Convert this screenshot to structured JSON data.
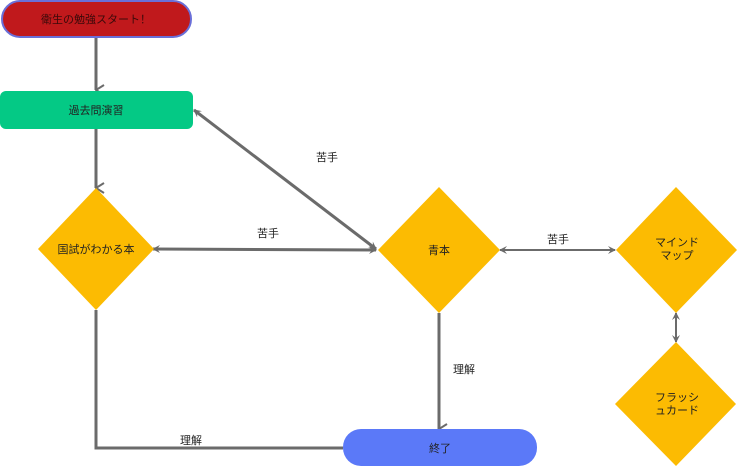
{
  "diagram": {
    "colors": {
      "start_fill": "#c0191c",
      "start_stroke": "#6a6fd8",
      "process_fill": "#04c985",
      "decision_fill": "#fcbb02",
      "end_fill": "#5b79f8",
      "edge": "#6b6b6b"
    },
    "nodes": {
      "start": {
        "label": "衛生の勉強スタート！"
      },
      "past_exams": {
        "label": "過去問演習"
      },
      "kokushi_book": {
        "label": "国試がわかる本"
      },
      "blue_book": {
        "label": "青本"
      },
      "mind_map": {
        "label_line1": "マインド",
        "label_line2": "マップ"
      },
      "flash_card": {
        "label_line1": "フラッシ",
        "label_line2": "ュカード"
      },
      "end": {
        "label": "終了"
      }
    },
    "edges": {
      "past_blue": {
        "label": "苦手"
      },
      "kokushi_blue": {
        "label": "苦手"
      },
      "blue_mind": {
        "label": "苦手"
      },
      "blue_end": {
        "label": "理解"
      },
      "kokushi_end": {
        "label": "理解"
      }
    }
  }
}
